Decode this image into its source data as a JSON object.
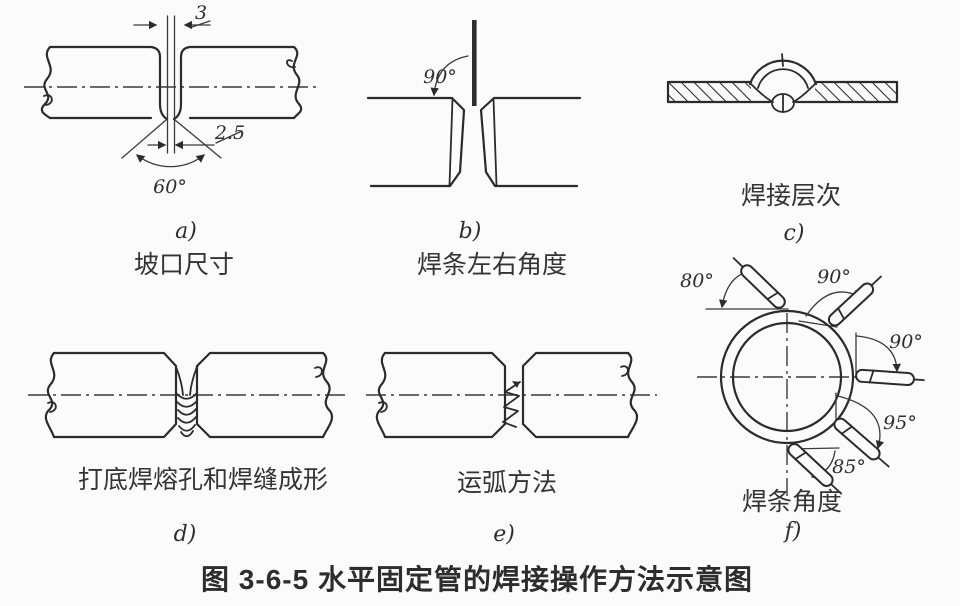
{
  "caption": "图 3-6-5 水平固定管的焊接操作方法示意图",
  "panel_a": {
    "letter": "a)",
    "title": "坡口尺寸",
    "dim_gap": "3",
    "dim_root": "2.5",
    "dim_angle": "60°"
  },
  "panel_b": {
    "letter": "b)",
    "title": "焊条左右角度",
    "dim_angle": "90°"
  },
  "panel_c": {
    "letter": "c)",
    "title": "焊接层次"
  },
  "panel_d": {
    "letter": "d)",
    "title": "打底焊熔孔和焊缝成形"
  },
  "panel_e": {
    "letter": "e)",
    "title": "运弧方法"
  },
  "panel_f": {
    "letter": "f)",
    "title": "焊条角度",
    "angle_top_left": "80°",
    "angle_top_right": "90°",
    "angle_right": "90°",
    "angle_bottom_right": "95°",
    "angle_bottom": "85°"
  },
  "colors": {
    "line": "#2b2b2b",
    "text": "#343434",
    "background": "#fbfbfc"
  }
}
